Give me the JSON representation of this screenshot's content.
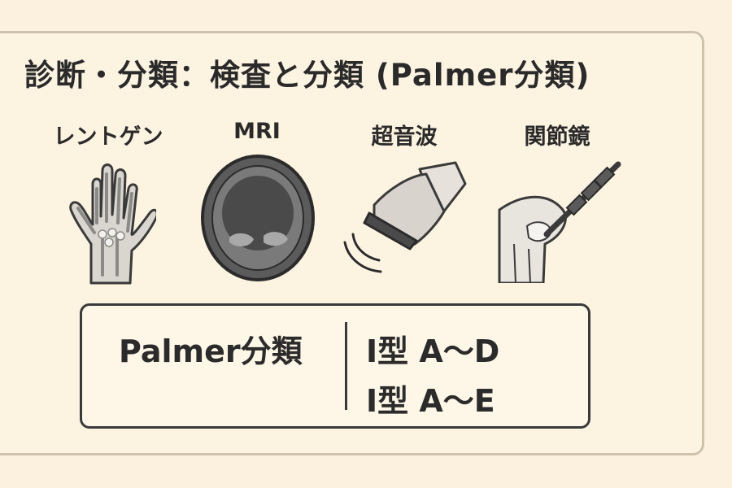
{
  "title": "診断・分類：検査と分類 (Palmer分類)",
  "methods": [
    {
      "label": "レントゲン",
      "icon": "xray-hand-icon"
    },
    {
      "label": "MRI",
      "icon": "mri-scan-icon"
    },
    {
      "label": "超音波",
      "icon": "ultrasound-probe-icon"
    },
    {
      "label": "関節鏡",
      "icon": "arthroscope-icon"
    }
  ],
  "classification": {
    "label": "Palmer分類",
    "types": [
      "I型 A〜D",
      "I型 A〜E"
    ]
  },
  "colors": {
    "background": "#fbf1de",
    "card_border": "#cfc3ae",
    "text": "#2a2a2a"
  }
}
